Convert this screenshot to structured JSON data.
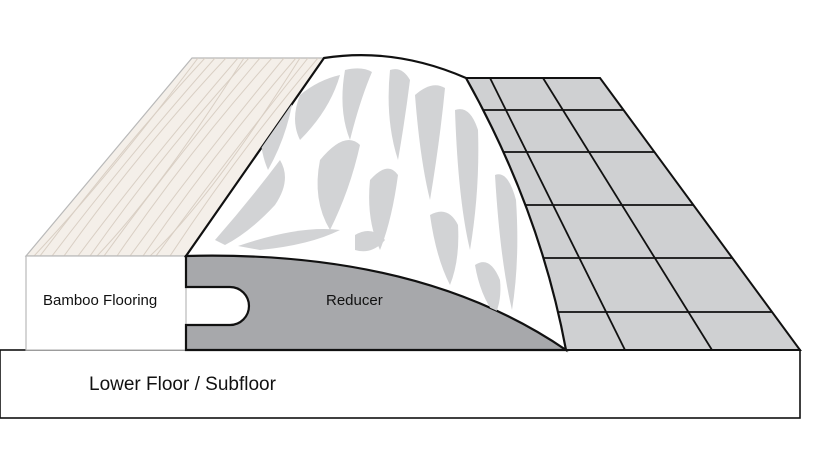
{
  "labels": {
    "bamboo": "Bamboo Flooring",
    "reducer": "Reducer",
    "subfloor": "Lower Floor / Subfloor"
  },
  "colors": {
    "bamboo_face": "#ffffff",
    "bamboo_top": "#f4efe9",
    "bamboo_grain": "#d9cfc4",
    "reducer_body": "#a7a8ab",
    "reducer_top": "#ffffff",
    "reducer_streak": "#d2d3d5",
    "tile": "#cfd0d2",
    "outline": "#111111"
  }
}
